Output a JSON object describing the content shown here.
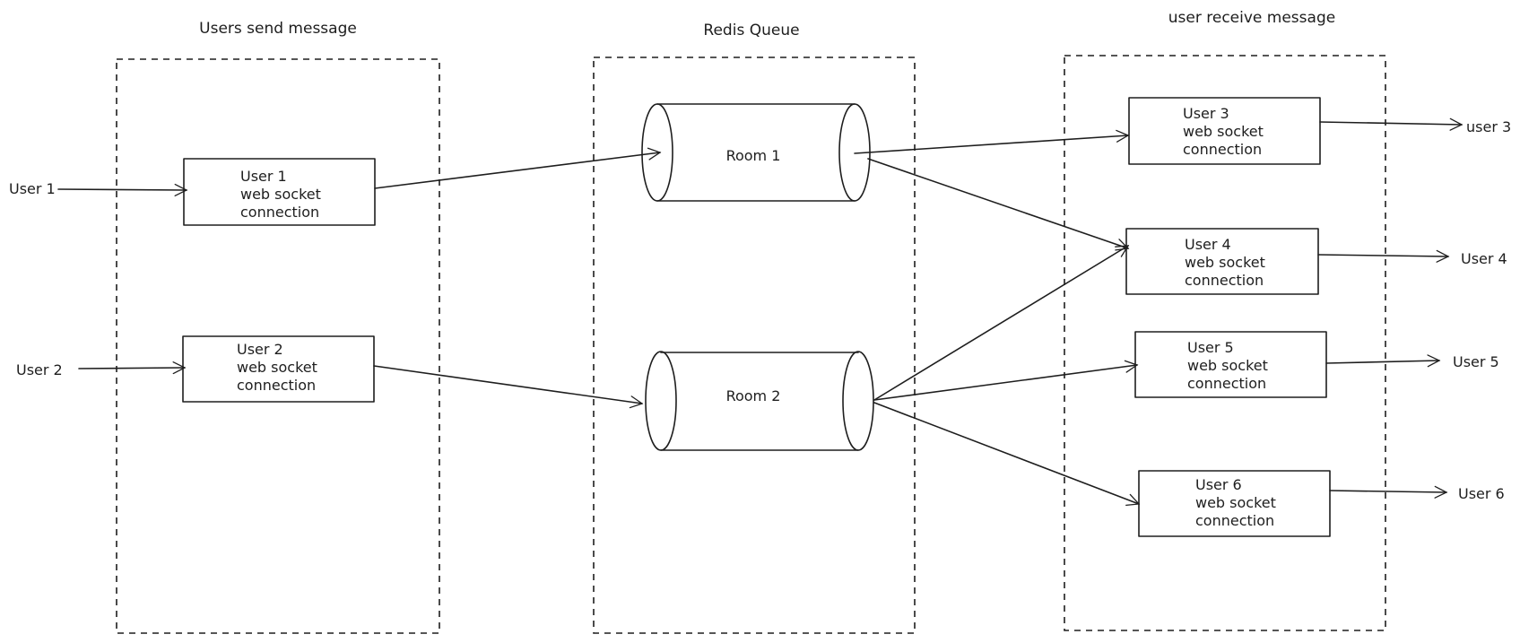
{
  "sections": {
    "senders": "Users send message",
    "queue": "Redis Queue",
    "receivers": "user receive message"
  },
  "inputs": {
    "user1": "User 1",
    "user2": "User 2"
  },
  "sender_boxes": [
    {
      "line1": "User 1",
      "line2": "web socket",
      "line3": "connection"
    },
    {
      "line1": "User 2",
      "line2": "web socket",
      "line3": "connection"
    }
  ],
  "rooms": {
    "room1": "Room 1",
    "room2": "Room 2"
  },
  "receiver_boxes": [
    {
      "line1": "User 3",
      "line2": "web socket",
      "line3": "connection"
    },
    {
      "line1": "User 4",
      "line2": "web socket",
      "line3": "connection"
    },
    {
      "line1": "User 5",
      "line2": "web socket",
      "line3": "connection"
    },
    {
      "line1": "User 6",
      "line2": "web socket",
      "line3": "connection"
    }
  ],
  "outputs": {
    "user3": "user 3",
    "user4": "User 4",
    "user5": "User 5",
    "user6": "User 6"
  }
}
